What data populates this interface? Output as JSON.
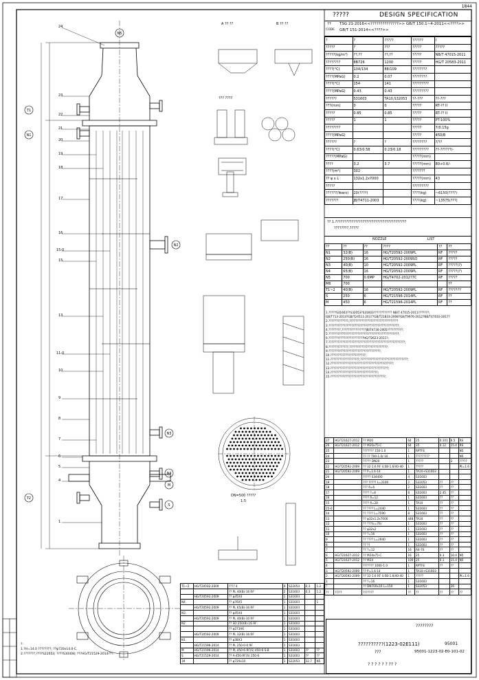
{
  "sheet": {
    "number": "1844",
    "title_left": "?????",
    "title_right": "DESIGN  SPECIFICATION"
  },
  "code_block": {
    "label_top": "??",
    "label_bottom": "CODE",
    "line1": "TSG 21-2016<<??????????????>> GB/T 150.1~4-2011<<????>>",
    "line2": "GB/T 151-2014<<????>>"
  },
  "spec_rows": [
    [
      "?",
      "?",
      "?????",
      "??????",
      "I"
    ],
    [
      "?????",
      "?",
      "???",
      "?????",
      "?????"
    ],
    [
      "?????(kg/m³)",
      "??,??",
      "??,??",
      "?????",
      "NB/T 47015-2011"
    ],
    [
      "????????",
      "8B726",
      "1200",
      "?????",
      "HG/T 20583-2011"
    ],
    [
      "????(°C)",
      "134/134",
      "88/109",
      "????????",
      ""
    ],
    [
      "????(MPaG)",
      "0.2",
      "0.07",
      "????????",
      ""
    ],
    [
      "????(°C)",
      "154",
      "141",
      "?????????",
      ""
    ],
    [
      "????(MPaG)",
      "0.43",
      "0.43",
      "?????????",
      ""
    ],
    [
      "??????",
      "S31603",
      "TA10,S32053",
      "??-???",
      "??-???"
    ],
    [
      "???(mm)",
      "0",
      "0",
      "?????",
      "RT-?? II"
    ],
    [
      "?????",
      "0.85",
      "0.85",
      "?????",
      "RT-?? II"
    ],
    [
      "?????",
      "1",
      "1",
      "?????",
      "PT-100%"
    ],
    [
      "????????",
      "",
      "",
      "?????",
      "7/0.15g"
    ],
    [
      "????(MPaG)",
      "",
      "",
      "?????",
      "450/B"
    ],
    [
      "??????",
      "?",
      "?",
      "????????",
      "?/??"
    ],
    [
      "????(°C)",
      "0.63/0.58",
      "0.23/0.18",
      "?????????",
      "??-??????/-"
    ],
    [
      "?????(MPaG)",
      "",
      "",
      "?????(mm)",
      ""
    ],
    [
      "????",
      "3.2",
      "3.7",
      "?????(mm)",
      "80+0.6/-"
    ],
    [
      "????(m²)",
      "302",
      "",
      "???????",
      ""
    ],
    [
      "?? φ x L",
      "132x1.2x7000",
      "",
      "?????(mm)",
      "43"
    ],
    [
      "?????",
      "",
      "",
      "?????????",
      ""
    ],
    [
      "??????(Years)",
      "20(????)",
      "",
      "????(kg)",
      "~6150(????)"
    ],
    [
      "???????",
      "JB/T4711-2003",
      "",
      "????(kg)",
      "~13575(???)"
    ]
  ],
  "remarks": [
    "?? 1.???????????????????????????????????????",
    "????????,?????"
  ],
  "nozzle_table": {
    "title": "NOZZLE",
    "title2": "LIST",
    "headers": [
      "??",
      "??",
      "??",
      "????",
      "??",
      "??"
    ],
    "rows": [
      [
        "N1",
        "32(B)",
        "16",
        "HG/T20592-2009PL",
        "RF",
        "?????"
      ],
      [
        "N2",
        "250(B)",
        "16",
        "HG/T20592-2009SO",
        "RF",
        "?????"
      ],
      [
        "N3",
        "40(B)",
        "10",
        "HG/T20592-2009PL",
        "RF",
        "?????(?)"
      ],
      [
        "N4",
        "65(B)",
        "16",
        "HG/T20592-2009PL",
        "RF",
        "?????(?)"
      ],
      [
        "N5",
        "700",
        "0.6MP",
        "HG/T4702-2012?7C",
        "RF",
        "?????"
      ],
      [
        "M6",
        "700",
        "",
        "",
        "",
        "??"
      ],
      [
        "T1~2",
        "40(B)",
        "16",
        "HG/T20592-2009PL",
        "RF",
        "???????"
      ],
      [
        "S",
        "250",
        "6",
        "HG/T21596-2014PL",
        "RF",
        "??"
      ],
      [
        "M",
        "450",
        "6",
        "HG/T21596-2014PL",
        "RF",
        "??"
      ]
    ]
  },
  "notes": [
    "1.?????S31603??S32053?S31603???????????? NB/T 47015-2011???????;",
    "GB/T713-2014?GB/T24511-2017?GB/T21833-2008?GB/T9976-2012?NB/T47010-2017?",
    "2.?????????????,????????????????????????????????",
    "3.??????????????????????????????????????????????;",
    "4.????????,????????????????JB/T4730-2005??????????;",
    "5.??????????????????????????????????????????????;",
    "6.???????????????????????HG/T2623-2011?;",
    "7.??????????????????????????????????????????????????;",
    "8.?????????????,?????????????????????????;",
    "9.??????????????????????????????????;",
    "10.???????????????????????;",
    "11.???????????????????,???????????????????????????????;",
    "12.?????????????????????????????????????????;",
    "13.??????????????????????????????????????;",
    "14.???????????????????????????????;",
    "15.????????????????????????????????????;"
  ],
  "parts_main": [
    [
      "27",
      "HG/T21627-2012",
      "?? M20",
      "64",
      "25",
      "0.101",
      "6.5",
      "RS"
    ],
    [
      "26",
      "HG/T21627-2012",
      "?? M20x75-C",
      "64",
      "35",
      "0.12",
      "15.4",
      "RS"
    ],
    [
      "25",
      "",
      "??????? 150-1.0",
      "1",
      "RPTFE",
      "",
      "",
      "N5"
    ],
    [
      "24",
      "",
      "??-?? 700-1.0/-10",
      "1",
      "?????????",
      "",
      "",
      "N5"
    ],
    [
      "23",
      "",
      "????? DN20",
      "1",
      "?????",
      "",
      "2",
      "?????"
    ],
    [
      "22",
      "HG/T20592-2009",
      "?? 32-1.6 RF 4.0B-1.6/40-40",
      "1",
      "?????",
      "",
      "",
      "Pt=1.6"
    ],
    [
      "21",
      "HG/T20592-2009",
      "?? P=1.6-14",
      "1",
      "TA10+S31603",
      "",
      "",
      ""
    ],
    [
      "20",
      "",
      "????? S34400",
      "4",
      "S31603",
      "",
      "",
      ""
    ],
    [
      "19",
      "",
      "??? ????? L=2100",
      "2",
      "S32053",
      "??",
      "??",
      ""
    ],
    [
      "18",
      "",
      "??? δ=6",
      "2",
      "S31603",
      "??",
      "??",
      ""
    ],
    [
      "17",
      "",
      "???? ?=8",
      "8",
      "S31603",
      "2.45",
      "??",
      ""
    ],
    [
      "16",
      "",
      "???? δ=12",
      "1",
      "S31603",
      "??",
      "??",
      ""
    ],
    [
      "15",
      "",
      "???? δ=28",
      "1",
      "TA10",
      "??",
      "??",
      ""
    ],
    [
      "15-0",
      "",
      "?? ???? L=2440",
      "1",
      "S31603",
      "??",
      "??",
      ""
    ],
    [
      "14",
      "",
      "?? ???? L=7590",
      "8",
      "S31603",
      "??",
      "??",
      ""
    ],
    [
      "13",
      "",
      "?? φ32x1.2x7000",
      "448",
      "TA10",
      "??",
      "??",
      ""
    ],
    [
      "12",
      "",
      "?? ???(L=70)",
      "1",
      "S31603",
      "??",
      "??",
      ""
    ],
    [
      "11",
      "",
      "?? φ32x2",
      "1",
      "S31603",
      "??",
      "??",
      ""
    ],
    [
      "10",
      "",
      "?? ?=16",
      "1",
      "S31603",
      "??",
      "??",
      ""
    ],
    [
      "9",
      "",
      "?? ???? L=2940",
      "1",
      "S31603",
      "??",
      "??",
      ""
    ],
    [
      "8",
      "",
      "?? ??",
      "1",
      "S31603",
      "??",
      "??",
      ""
    ],
    [
      "7",
      "",
      "?? ?=12",
      "16",
      "A4-70",
      "??",
      "??",
      ""
    ],
    [
      "6",
      "HG/T21627-2012",
      "?? M24x75-C",
      "16",
      "25",
      "0.3",
      "10.4",
      "N5"
    ],
    [
      "5",
      "HG/T21627-2012",
      "?? M24",
      "100",
      "25",
      "0.1",
      "15.4",
      "N5"
    ],
    [
      "4",
      "",
      "??????? 1000-1.0",
      "1",
      "RPTFE",
      "??",
      "??",
      ""
    ],
    [
      "3",
      "HG/T20592-2009",
      "?? P=1.6-14",
      "1",
      "TA10+S31603",
      "",
      "",
      ""
    ],
    [
      "2",
      "HG/T20592-2009",
      "?? 32-1.6 RF 4.0B-1.6/40-40",
      "1",
      "?????",
      "",
      "",
      "Pt=1.6"
    ],
    [
      "1",
      "",
      "?? ?=16",
      "1",
      "S31603",
      "",
      "",
      ""
    ],
    [
      "?",
      "",
      "?? DN700x10 L=150",
      "1",
      "S32053",
      "",
      "26",
      ""
    ]
  ],
  "parts_header": [
    "??",
    "??/??",
    "???????",
    "??",
    "??",
    "??",
    "??",
    "??"
  ],
  "parts_left": [
    [
      "T1~2",
      "HG/T20592-2009",
      "???? 4",
      "4",
      "S22053",
      "0.3",
      "1.2"
    ],
    [
      "",
      "",
      "?? PL 40(B)-16 RF",
      "2",
      "S31603",
      "0.3",
      "1.2"
    ],
    [
      "",
      "HG/T20592-2009",
      "?? φ45X4",
      "1",
      "S31603",
      "",
      ""
    ],
    [
      "N4",
      "",
      "?? φ76X5",
      "1",
      "S31603",
      "",
      "1"
    ],
    [
      "",
      "HG/T20592-2009",
      "?? PL 65(B)-16 RF",
      "1",
      "S31603",
      "",
      ""
    ],
    [
      "N3",
      "",
      "?? φ45X4",
      "1",
      "S31603",
      "",
      ""
    ],
    [
      "",
      "HG/T20592-2009",
      "?? PL 40(B)-10 RF",
      "1",
      "S31603",
      "",
      ""
    ],
    [
      "N2",
      "",
      "?? SO 250(B)-16 RF",
      "1",
      "S31603",
      "",
      ""
    ],
    [
      "",
      "",
      "?? φ273X6",
      "1",
      "S31603",
      "",
      ""
    ],
    [
      "",
      "HG/T20592-2009",
      "?? PL 32(B)-16 RF",
      "1",
      "S31603",
      "",
      ""
    ],
    [
      "N1",
      "",
      "?? φ38X3",
      "1",
      "S31603",
      "",
      ""
    ],
    [
      "",
      "HG/T21596-2014",
      "?? PL 250-0-0 RF",
      "1",
      "S31603",
      "",
      ""
    ],
    [
      "M",
      "HG/T21596-2014",
      "?? PL 450-6-RF(S) 450-6-S-B",
      "1",
      "S31603",
      "??",
      "??"
    ],
    [
      "S",
      "HG/T21529-2014",
      "?? A-450-RF(S) 250-6",
      "1",
      "S31603",
      "??",
      "??"
    ],
    [
      "39",
      "",
      "?? φ720x10",
      "1",
      "S22053",
      "32.7",
      "N5"
    ]
  ],
  "left_notes": [
    "?:",
    "1.?H=14.0 ????????; ??φ720x14.0-C.",
    "2.???????,????S22053; ????S30408; ???HG/T21529-2014???."
  ],
  "title_block": {
    "company": "????????",
    "drawing_name": "??????????(1223-02E111)",
    "sub": "???",
    "code1": "95001",
    "code2": "95001-1223-02-E0-101-02",
    "sign_row": "? ?    ? ?  ? ?  ?? ?"
  },
  "drawing_labels": {
    "detail_a": "A ?? ??",
    "detail_b": "B ?? ??",
    "detail_c": "??? ????",
    "section_view": "DN=500 ?????",
    "scale": "1:5"
  }
}
